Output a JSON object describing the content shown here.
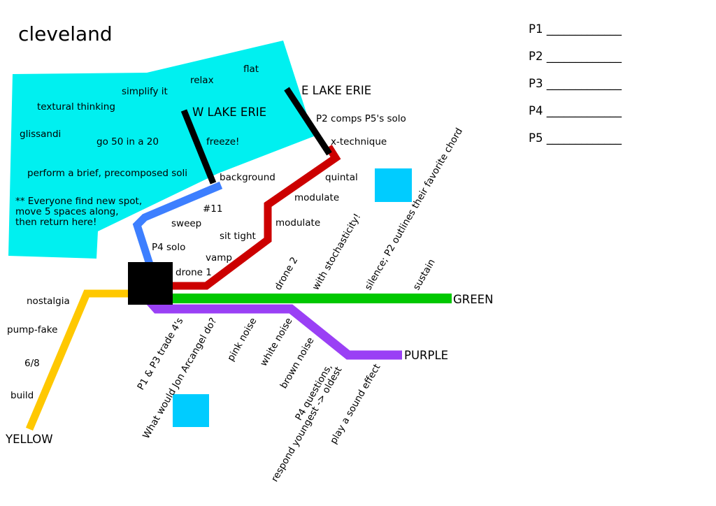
{
  "title": "cleveland",
  "players": [
    {
      "label": "P1 _____________"
    },
    {
      "label": "P2 _____________"
    },
    {
      "label": "P3 _____________"
    },
    {
      "label": "P4 _____________"
    },
    {
      "label": "P5 _____________"
    }
  ],
  "lake": {
    "color": "#00f0f0",
    "labels": {
      "flat": "flat",
      "relax": "relax",
      "simplify": "simplify it",
      "textural": "textural thinking",
      "glissandi": "glissandi",
      "go50": "go 50 in a 20",
      "freeze": "freeze!",
      "perform": "perform a brief, precomposed soli",
      "everyone": [
        "** Everyone find new spot,",
        "move 5 spaces along,",
        "then return here!"
      ]
    }
  },
  "lines": {
    "w_lake_erie": {
      "name": "W LAKE ERIE",
      "color": "#000000"
    },
    "e_lake_erie": {
      "name": "E LAKE ERIE",
      "color": "#000000"
    },
    "blue": {
      "color": "#3d7fff",
      "stops": {
        "background": "background",
        "n11": "#11",
        "sweep": "sweep",
        "p4solo": "P4 solo"
      }
    },
    "red": {
      "color": "#cc0000",
      "stops": {
        "p2comps": "P2 comps P5's solo",
        "xtech": "x-technique",
        "quintal": "quintal",
        "modulate1": "modulate",
        "modulate2": "modulate",
        "sittight": "sit tight",
        "vamp": "vamp",
        "drone1": "drone 1"
      }
    },
    "green": {
      "name": "GREEN",
      "color": "#00c800",
      "stops": {
        "drone2": "drone 2",
        "stochasticity": "with stochasticity!",
        "silence": "silence; P2 outlines their favorite chord",
        "sustain": "sustain"
      }
    },
    "purple": {
      "name": "PURPLE",
      "color": "#9a40f5",
      "stops": {
        "trade": "P1 & P3 trade 4's",
        "arcangel": "What would Jon Arcangel do?",
        "pink": "pink noise",
        "white": "white noise",
        "brown": "brown noise",
        "p4q": [
          "P4 questions,",
          "respond youngest -> oldest"
        ],
        "sound": "play a sound effect"
      }
    },
    "yellow": {
      "name": "YELLOW",
      "color": "#ffc800",
      "stops": {
        "nostalgia": "nostalgia",
        "pumpfake": "pump-fake",
        "six8": "6/8",
        "build": "build"
      }
    }
  },
  "decor": {
    "square_color": "#00ccff",
    "hub_color": "#000000"
  }
}
